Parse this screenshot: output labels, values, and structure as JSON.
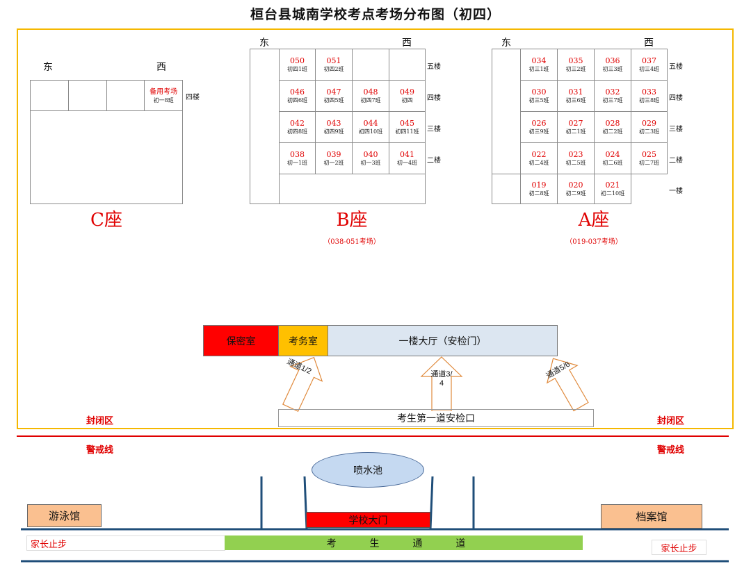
{
  "title": "桓台县城南学校考点考场分布图（初四）",
  "labels": {
    "east": "东",
    "west": "西"
  },
  "buildings": {
    "C": {
      "name": "C座",
      "floor_label": "四楼",
      "rooms": [
        {
          "num": "",
          "cls": ""
        },
        {
          "num": "",
          "cls": ""
        },
        {
          "num": "",
          "cls": ""
        },
        {
          "num": "备用考场",
          "cls": "初一8班"
        }
      ]
    },
    "B": {
      "name": "B座",
      "range": "（038-051考场）",
      "floors": [
        {
          "label": "五楼",
          "rooms": [
            {
              "num": "050",
              "cls": "初四1班"
            },
            {
              "num": "051",
              "cls": "初四2班"
            },
            {
              "num": "",
              "cls": ""
            },
            {
              "num": "",
              "cls": ""
            }
          ]
        },
        {
          "label": "四楼",
          "rooms": [
            {
              "num": "046",
              "cls": "初四6班"
            },
            {
              "num": "047",
              "cls": "初四5班"
            },
            {
              "num": "048",
              "cls": "初四7班"
            },
            {
              "num": "049",
              "cls": "初四"
            }
          ]
        },
        {
          "label": "三楼",
          "rooms": [
            {
              "num": "042",
              "cls": "初四8班"
            },
            {
              "num": "043",
              "cls": "初四9班"
            },
            {
              "num": "044",
              "cls": "初四10班"
            },
            {
              "num": "045",
              "cls": "初四11班"
            }
          ]
        },
        {
          "label": "二楼",
          "rooms": [
            {
              "num": "038",
              "cls": "初一1班"
            },
            {
              "num": "039",
              "cls": "初一2班"
            },
            {
              "num": "040",
              "cls": "初一3班"
            },
            {
              "num": "041",
              "cls": "初一4班"
            }
          ]
        }
      ]
    },
    "A": {
      "name": "A座",
      "range": "（019-037考场）",
      "floors": [
        {
          "label": "五楼",
          "rooms": [
            {
              "num": "034",
              "cls": "初三1班"
            },
            {
              "num": "035",
              "cls": "初三2班"
            },
            {
              "num": "036",
              "cls": "初三3班"
            },
            {
              "num": "037",
              "cls": "初三4班"
            }
          ]
        },
        {
          "label": "四楼",
          "rooms": [
            {
              "num": "030",
              "cls": "初三5班"
            },
            {
              "num": "031",
              "cls": "初三6班"
            },
            {
              "num": "032",
              "cls": "初三7班"
            },
            {
              "num": "033",
              "cls": "初三8班"
            }
          ]
        },
        {
          "label": "三楼",
          "rooms": [
            {
              "num": "026",
              "cls": "初三9班"
            },
            {
              "num": "027",
              "cls": "初二1班"
            },
            {
              "num": "028",
              "cls": "初二2班"
            },
            {
              "num": "029",
              "cls": "初二3班"
            }
          ]
        },
        {
          "label": "二楼",
          "rooms": [
            {
              "num": "022",
              "cls": "初二4班"
            },
            {
              "num": "023",
              "cls": "初二5班"
            },
            {
              "num": "024",
              "cls": "初二6班"
            },
            {
              "num": "025",
              "cls": "初二7班"
            }
          ]
        },
        {
          "label": "一楼",
          "rooms": [
            {
              "num": "",
              "cls": ""
            },
            {
              "num": "019",
              "cls": "初二8班"
            },
            {
              "num": "020",
              "cls": "初二9班"
            },
            {
              "num": "021",
              "cls": "初二10班"
            }
          ]
        }
      ]
    }
  },
  "hall": {
    "secret_room": "保密室",
    "exam_office": "考务室",
    "lobby": "一楼大厅（安检门）"
  },
  "passages": {
    "p1": "通道1/2",
    "p2": "通道3/4",
    "p3": "通道5/6"
  },
  "security_gate": "考生第一道安检口",
  "closed_area": "封闭区",
  "cordon": "警戒线",
  "fountain": "喷水池",
  "natatorium": "游泳馆",
  "archives": "档案馆",
  "main_gate": "学校大门",
  "parents_stop": "家长止步",
  "student_passage": "考 生 通 道",
  "colors": {
    "secret_room": "#ff0000",
    "exam_office": "#ffc000",
    "lobby": "#dce6f1",
    "fountain": "#c5d9f1",
    "side_building": "#fac090",
    "passage": "#92d050",
    "road": "#1f4e79",
    "yard_border": "#f5b800"
  }
}
